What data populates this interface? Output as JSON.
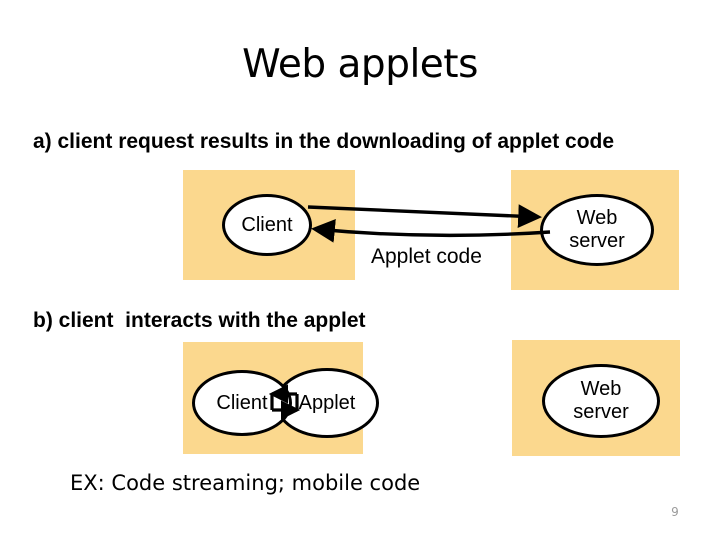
{
  "slide": {
    "title": "Web applets",
    "page_number": "9",
    "background_color": "#ffffff",
    "panel_color": "#fbd88e",
    "node_fill": "#ffffff",
    "stroke_color": "#000000",
    "page_number_color": "#9a9a9a"
  },
  "sections": {
    "a": {
      "caption": "a) client request results in the downloading of applet code",
      "client_node": "Client",
      "server_node": "Web\nserver",
      "server_node_line1": "Web",
      "server_node_line2": "server",
      "edge_label": "Applet code",
      "arrows": [
        {
          "name": "client-to-server",
          "direction": "right",
          "from": "Client",
          "to": "Web server"
        },
        {
          "name": "server-to-client",
          "direction": "left",
          "from": "Web server",
          "to": "Client"
        }
      ]
    },
    "b": {
      "caption": "b) client  interacts with the applet",
      "client_node": "Client",
      "applet_node": "Applet",
      "server_node_line1": "Web",
      "server_node_line2": "server",
      "arrows": [
        {
          "name": "applet-to-client",
          "direction": "left",
          "from": "Applet",
          "to": "Client"
        },
        {
          "name": "client-to-applet",
          "direction": "right",
          "from": "Client",
          "to": "Applet"
        }
      ]
    }
  },
  "footer": {
    "note": "EX: Code streaming; mobile code"
  }
}
